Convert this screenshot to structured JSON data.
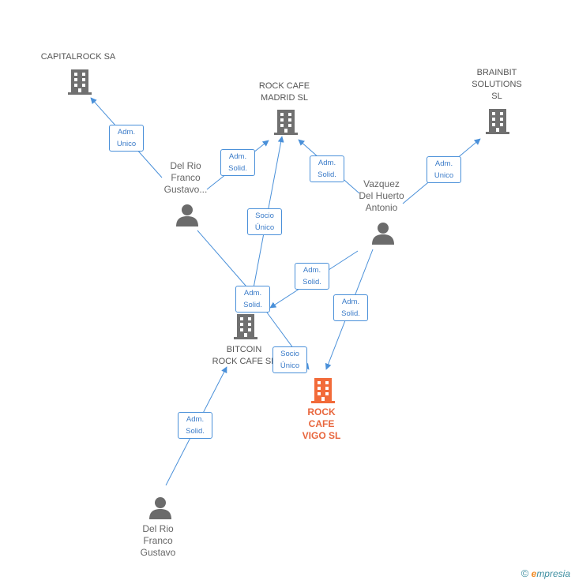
{
  "colors": {
    "edge": "#4a90d9",
    "company_icon": "#707070",
    "person_icon": "#6b6b6b",
    "focus": "#f26b3a"
  },
  "nodes": {
    "capitalrock": {
      "label": "CAPITALROCK SA"
    },
    "madrid": {
      "label": "ROCK CAFE\nMADRID  SL"
    },
    "brainbit": {
      "label": "BRAINBIT\nSOLUTIONS\nSL"
    },
    "bitcoin": {
      "label": "BITCOIN\nROCK CAFE SL"
    },
    "vigo": {
      "label": "ROCK\nCAFE\nVIGO  SL"
    },
    "delrio1": {
      "label": "Del Rio\nFranco\nGustavo..."
    },
    "vazquez": {
      "label": "Vazquez\nDel Huerto\nAntonio"
    },
    "delrio2": {
      "label": "Del Rio\nFranco\nGustavo"
    }
  },
  "edges": [
    {
      "id": "e1",
      "label": "Adm.\nUnico"
    },
    {
      "id": "e2",
      "label": "Adm.\nSolid."
    },
    {
      "id": "e3",
      "label": "Socio\nÚnico"
    },
    {
      "id": "e4",
      "label": "Adm.\nSolid."
    },
    {
      "id": "e5",
      "label": "Adm.\nUnico"
    },
    {
      "id": "e6",
      "label": "Adm.\nSolid."
    },
    {
      "id": "e7",
      "label": "Adm.\nSolid."
    },
    {
      "id": "e8",
      "label": "Adm.\nSolid."
    },
    {
      "id": "e9",
      "label": "Socio\nÚnico"
    },
    {
      "id": "e10",
      "label": "Adm.\nSolid."
    }
  ],
  "footer": {
    "copyright": "©",
    "brand_initial": "e",
    "brand_rest": "mpresia"
  }
}
